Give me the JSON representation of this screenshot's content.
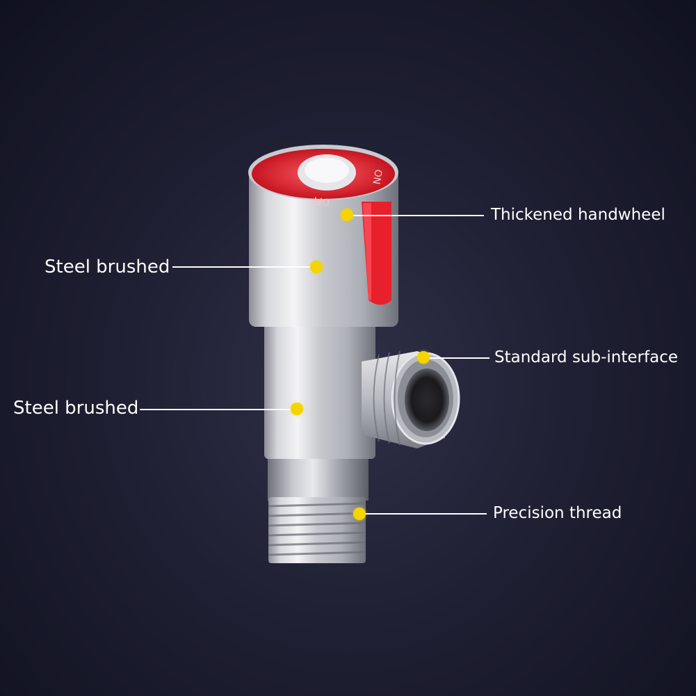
{
  "dial": {
    "on_text": "ON",
    "off_text": "OFF"
  },
  "callouts": [
    {
      "text": "Thickened handwheel"
    },
    {
      "text": "Steel brushed"
    },
    {
      "text": "Standard sub-interface"
    },
    {
      "text": "Steel brushed"
    },
    {
      "text": "Precision thread"
    }
  ],
  "colors": {
    "handle_red": "#e8202b",
    "marker_yellow": "#f5d400",
    "background": "#1f2033"
  }
}
